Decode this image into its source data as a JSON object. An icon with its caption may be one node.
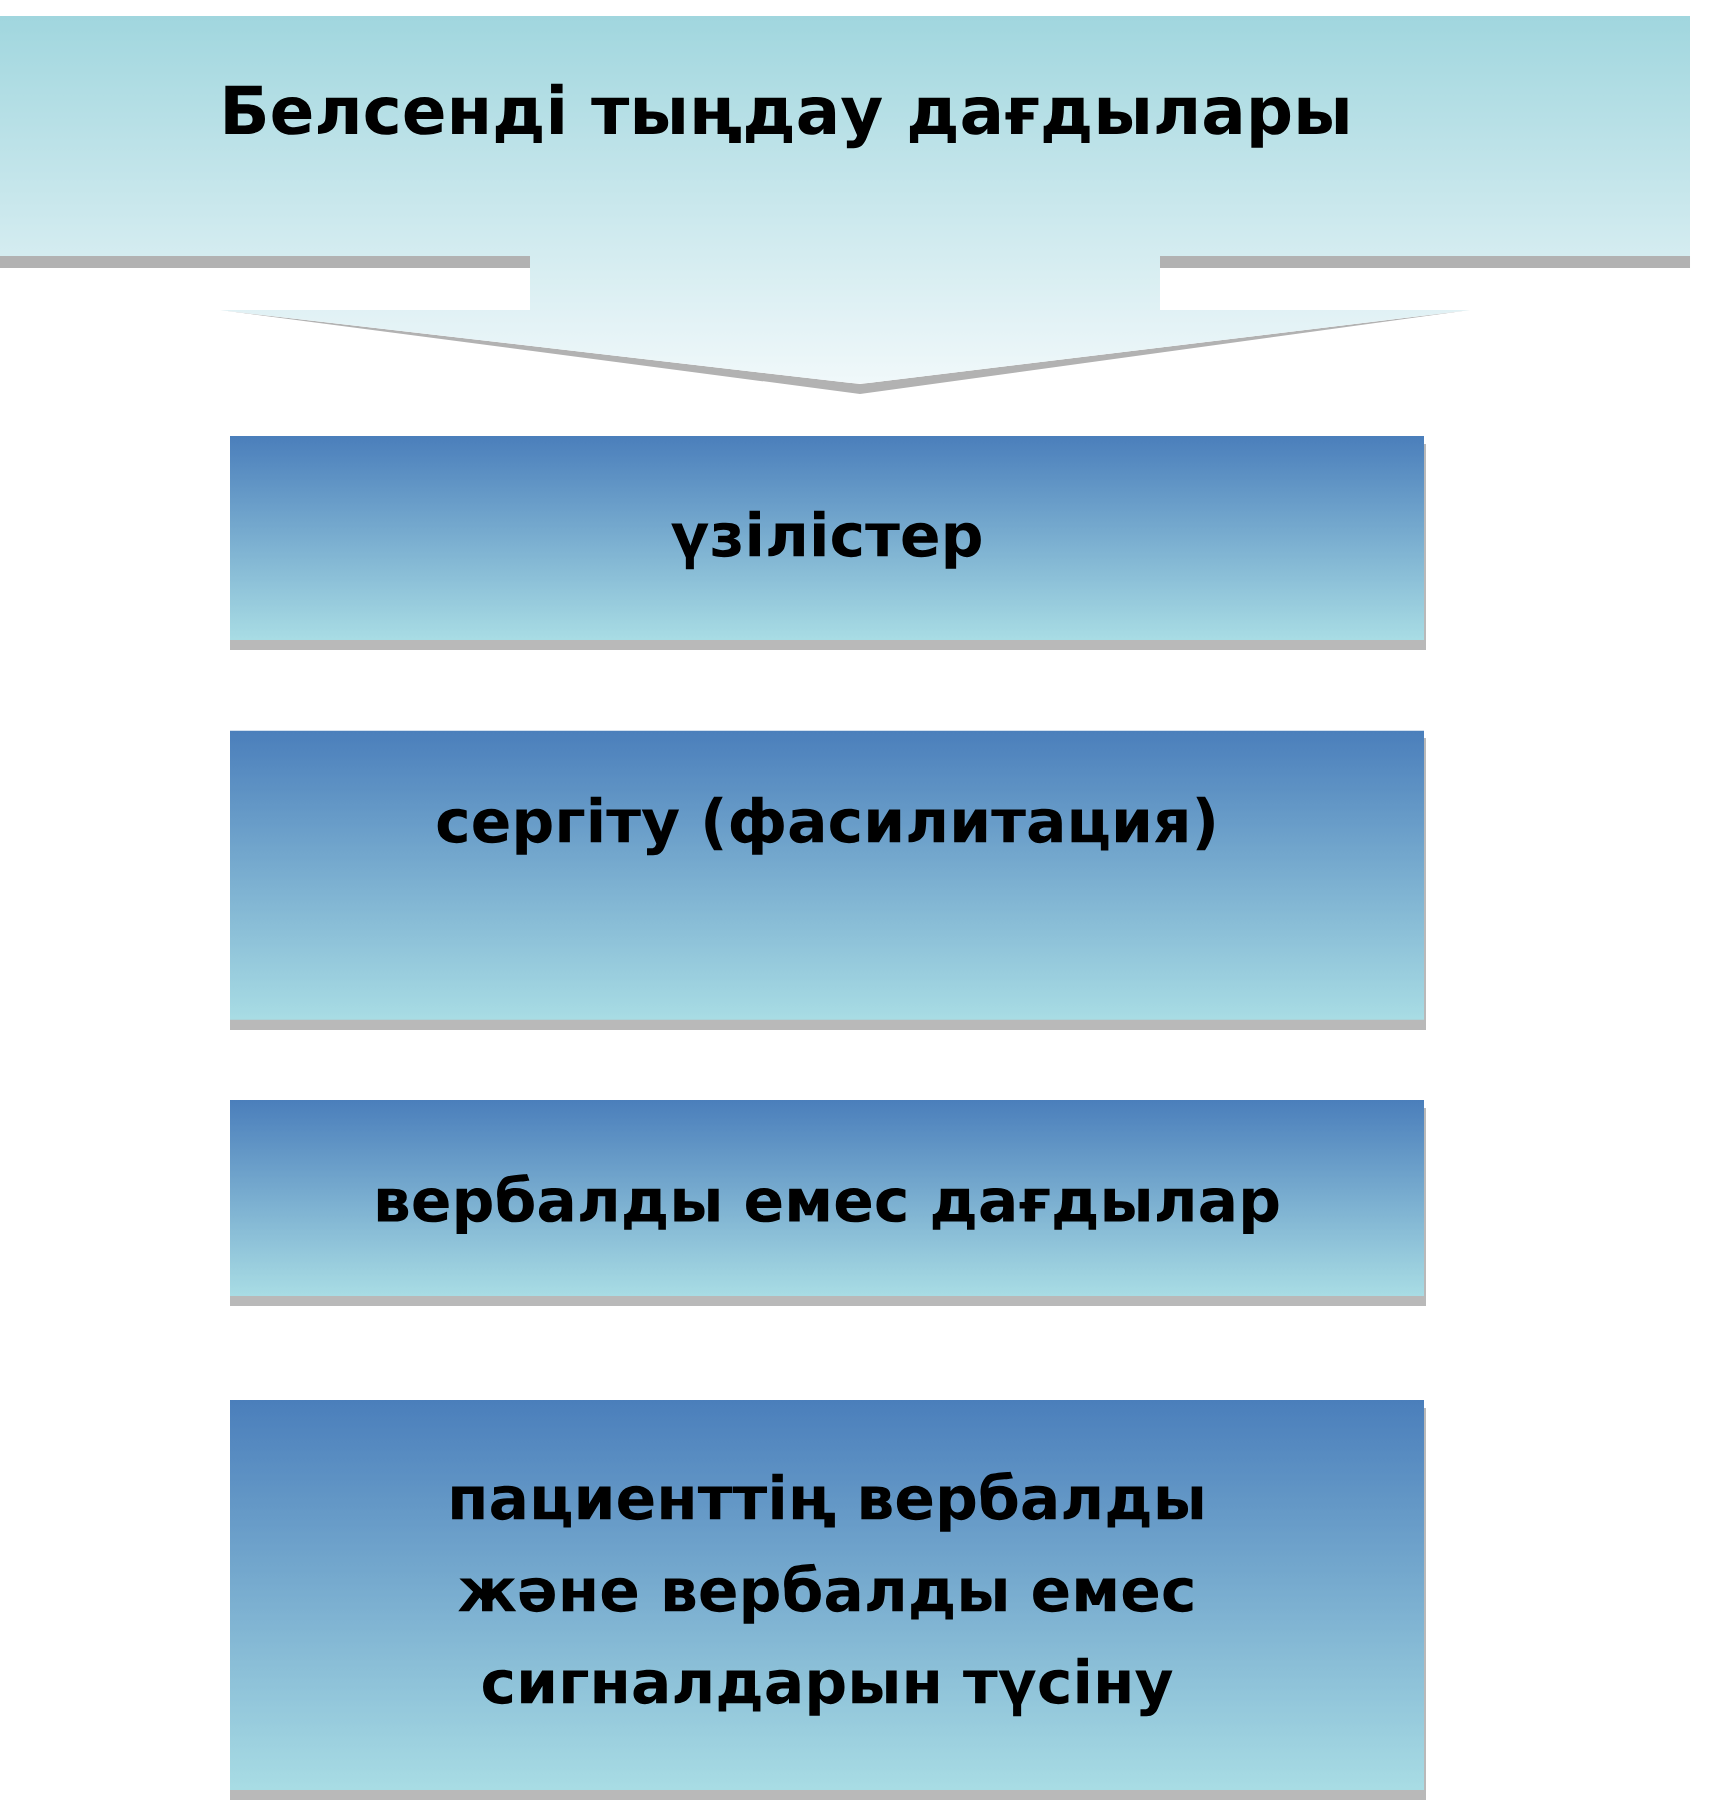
{
  "diagram": {
    "nodes": [
      {
        "text": [
          "Белсенді тыңдау дағдылары"
        ]
      },
      {
        "text": [
          "үзілістер"
        ]
      },
      {
        "text": [
          "сергіту (фасилитация)"
        ]
      },
      {
        "text": [
          "вербалды емес дағдылар"
        ]
      },
      {
        "text": [
          "пациенттің вербалды және вербалды емес сигналдарын түсіну"
        ]
      }
    ]
  }
}
